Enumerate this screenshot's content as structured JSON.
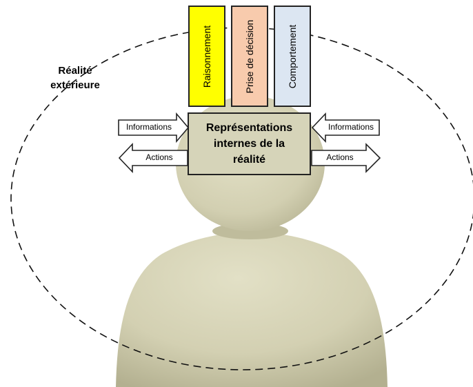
{
  "reality_label": {
    "line1": "Réalité",
    "line2": "extérieure"
  },
  "bars": [
    {
      "label": "Raisonnement",
      "color": "#ffff00"
    },
    {
      "label": "Prise de décision",
      "color": "#f8cbad"
    },
    {
      "label": "Comportement",
      "color": "#dce6f2"
    }
  ],
  "center_box": {
    "line1": "Représentations",
    "line2": "internes de la",
    "line3": "réalité",
    "color": "#d6d4b9"
  },
  "left_arrows": {
    "in_label": "Informations",
    "out_label": "Actions"
  },
  "right_arrows": {
    "in_label": "Informations",
    "out_label": "Actions"
  },
  "colors": {
    "figure": "#d9d7bb",
    "figure_shadow": "#b8b595",
    "ellipse": "#111111"
  }
}
